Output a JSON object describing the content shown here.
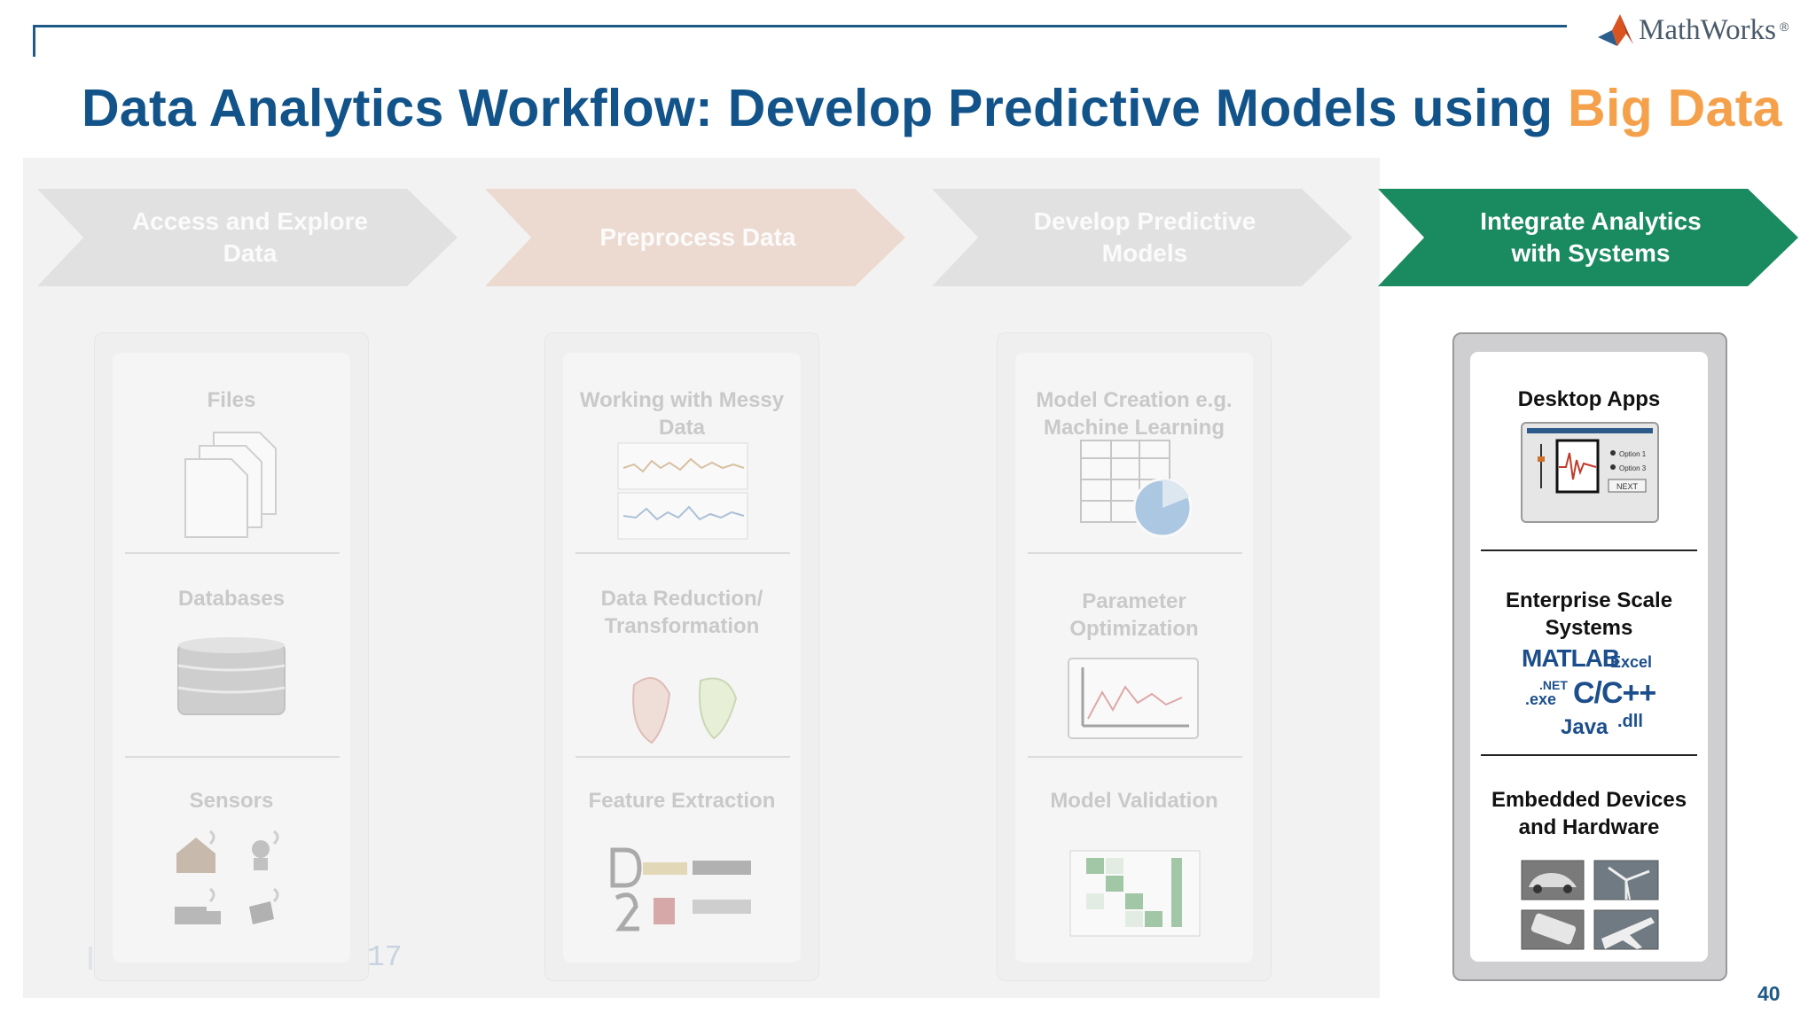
{
  "header": {
    "logo_text": "MathWorks",
    "logo_mark": "®",
    "title_main": "Data Analytics Workflow: Develop Predictive Models using ",
    "title_accent": "Big Data"
  },
  "colors": {
    "title": "#12538a",
    "accent": "#f5a04a",
    "active_step": "#1a8a61"
  },
  "steps": [
    {
      "label": "Access and Explore Data",
      "active": false
    },
    {
      "label": "Preprocess Data",
      "active": false
    },
    {
      "label": "Develop Predictive Models",
      "active": false
    },
    {
      "label": "Integrate Analytics with Systems",
      "active": true
    }
  ],
  "columns": [
    {
      "sections": [
        {
          "label": "Files",
          "icon": "files-icon"
        },
        {
          "label": "Databases",
          "icon": "database-icon"
        },
        {
          "label": "Sensors",
          "icon": "sensors-icon"
        }
      ]
    },
    {
      "sections": [
        {
          "label": "Working with Messy Data",
          "icon": "signal-plot-icon"
        },
        {
          "label": "Data Reduction/ Transformation",
          "icon": "transformation-icon"
        },
        {
          "label": "Feature Extraction",
          "icon": "feature-extraction-icon"
        }
      ]
    },
    {
      "sections": [
        {
          "label": "Model Creation e.g. Machine Learning",
          "icon": "spreadsheet-pie-icon"
        },
        {
          "label": "Parameter Optimization",
          "icon": "optimization-plot-icon"
        },
        {
          "label": "Model Validation",
          "icon": "confusion-matrix-icon"
        }
      ]
    },
    {
      "sections": [
        {
          "label": "Desktop Apps",
          "icon": "desktop-app-icon",
          "app_options": [
            "Option 1",
            "Option 3"
          ],
          "app_button": "NEXT"
        },
        {
          "label": "Enterprise Scale Systems",
          "icon": "deployment-targets-icon",
          "targets": {
            "matlab": "MATLAB",
            "excel": "Excel",
            "net": ".NET",
            "exe": ".exe",
            "cpp": "C/C++",
            "java": "Java",
            "dll": ".dll"
          }
        },
        {
          "label": "Embedded Devices and Hardware",
          "icon": "embedded-devices-icon"
        }
      ]
    }
  ],
  "footer": {
    "page_number": "40",
    "stray_text": "17"
  }
}
